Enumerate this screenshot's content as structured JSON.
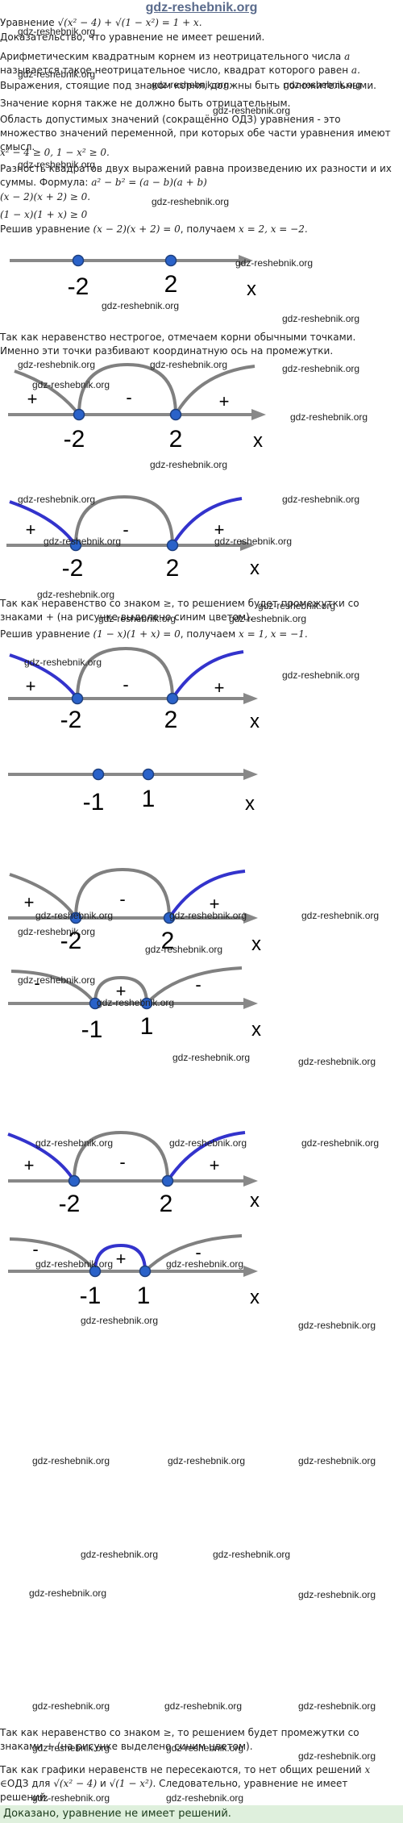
{
  "site": "gdz-reshebnik.org",
  "watermark": "gdz-reshebnik.org",
  "text": {
    "eq_prefix": "Уравнение ",
    "eq": "√(x² − 4) + √(1 − x²) = 1 + x.",
    "prove": "Доказательство, что уравнение не имеет решений.",
    "arith_1": "Арифметическим квадратным корнем из неотрицательного числа ",
    "arith_a1": "a",
    "arith_2": " называется такое неотрицательное число, квадрат которого равен ",
    "arith_a2": "a.",
    "positive": "Выражения, стоящие под знаком корня, должны быть положительными.",
    "not_negative": "Значение корня также не должно быть отрицательным.",
    "odz": "Область допустимых значений (сокращённо ОДЗ) уравнения - это множество значений переменной, при которых обе части уравнения имеют смысл.",
    "odz_cond": "x² − 4 ≥ 0, 1 − x² ≥ 0.",
    "diff_sq": "Разность квадратов двух выражений равна произведению их разности и их суммы. Формула: ",
    "diff_formula": "a² − b² = (a − b)(a + b)",
    "ineq1": "(x − 2)(x + 2) ≥ 0.",
    "ineq2": "(1 − x)(1 + x) ≥ 0",
    "solve1_a": "Решив уравнение ",
    "solve1_eq": "(x − 2)(x + 2) = 0",
    "solve1_b": ", получаем ",
    "solve1_roots": "x = 2, x = −2.",
    "nonstrict": "Так как неравенство нестрогое, отмечаем корни обычными точками. Именно эти точки разбивают координатную ось на промежутки.",
    "sign_rule1_a": "Так как неравенство со знаком ",
    "sign_rule1_sym": "≥",
    "sign_rule1_b": ", то решением будет промежутки со знаками ",
    "sign_rule1_plus": "+",
    "sign_rule1_c": " (на рисунке выделено синим цветом).",
    "solve2_a": "Решив уравнение ",
    "solve2_eq": "(1 − x)(1 + x) = 0",
    "solve2_b": ", получаем ",
    "solve2_roots": "x = 1, x = −1.",
    "sign_rule2_a": "Так как неравенство со знаком ",
    "sign_rule2_sym": "≥",
    "sign_rule2_b": ", то решением будет промежутки со знаками ",
    "sign_rule2_plus": "+",
    "sign_rule2_c": " (на рисунке выделено синим цветом).",
    "no_common_a": "Так как графики неравенств не пересекаются, то нет общих решений ",
    "no_common_x": "x ∈",
    "no_common_b": "ОДЗ для ",
    "no_common_r1": "√(x² − 4)",
    "no_common_c": " и ",
    "no_common_r2": "√(1 − x²)",
    "no_common_d": ". Следовательно, уравнение не имеет решений.",
    "final": "Доказано, уравнение не имеет решений."
  },
  "axis": {
    "var": "x",
    "m2": "-2",
    "p2": "2",
    "m1": "-1",
    "p1": "1",
    "plus": "+",
    "minus": "-"
  },
  "colors": {
    "arc_gray": "#808080",
    "arc_blue": "#3333cc",
    "dot": "#2a62c9",
    "axis": "#888888"
  }
}
